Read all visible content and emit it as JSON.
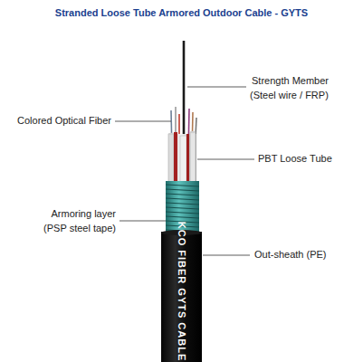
{
  "diagram": {
    "title": "Stranded Loose Tube Armored Outdoor Cable - GYTS",
    "labels": [
      "Strength Member",
      "(Steel wire / FRP)",
      "Colored Optical Fiber",
      "PBT Loose Tube",
      "Armoring layer",
      "(PSP steel tape)",
      "Out-sheath (PE)",
      "KCO FIBER GYTS CABLE"
    ]
  }
}
